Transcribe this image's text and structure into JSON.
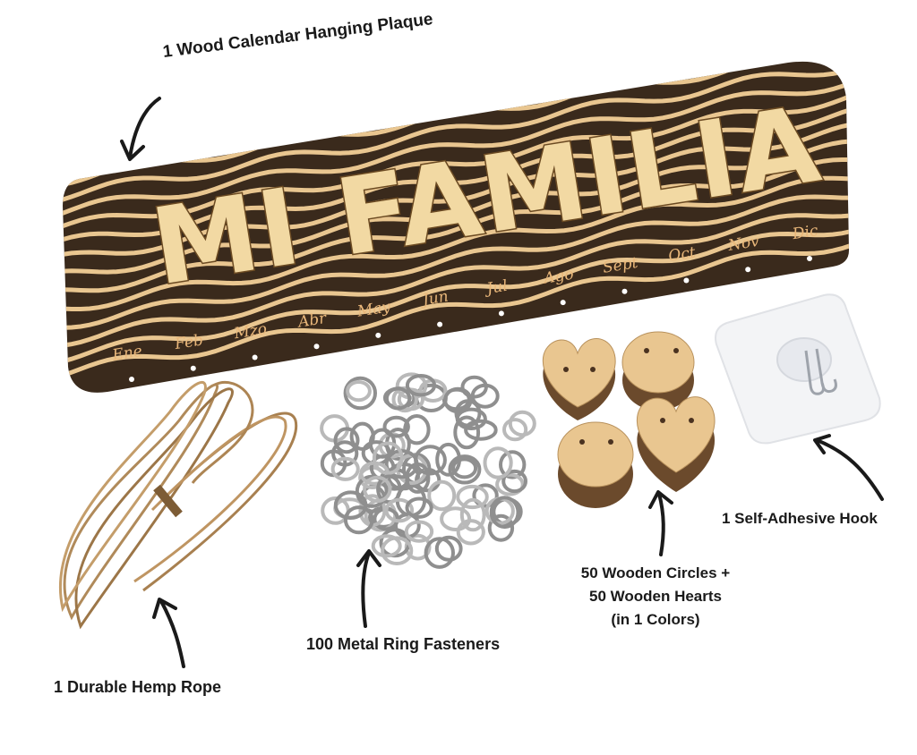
{
  "plaque": {
    "title": "MI FAMILIA",
    "months": [
      "Ene",
      "Feb",
      "Mzo",
      "Abr",
      "May",
      "Jun",
      "Jul",
      "Ago",
      "Sept",
      "Oct",
      "Nov",
      "Dic"
    ]
  },
  "captions": {
    "plaque": "1 Wood Calendar Hanging Plaque",
    "rope": "1 Durable Hemp Rope",
    "rings": "100 Metal Ring Fasteners",
    "pieces_line1": "50 Wooden Circles +",
    "pieces_line2": "50 Wooden Hearts",
    "pieces_line3": "(in 1  Colors)",
    "hook": "1 Self-Adhesive Hook"
  },
  "colors": {
    "plaque_dark": "#3a2a1c",
    "wood_light": "#e9c690",
    "rope": "#b08a5a",
    "ring": "#b9b9b9",
    "hook_pad": "#f3f4f6"
  },
  "icons": [
    "arrow-icon"
  ]
}
